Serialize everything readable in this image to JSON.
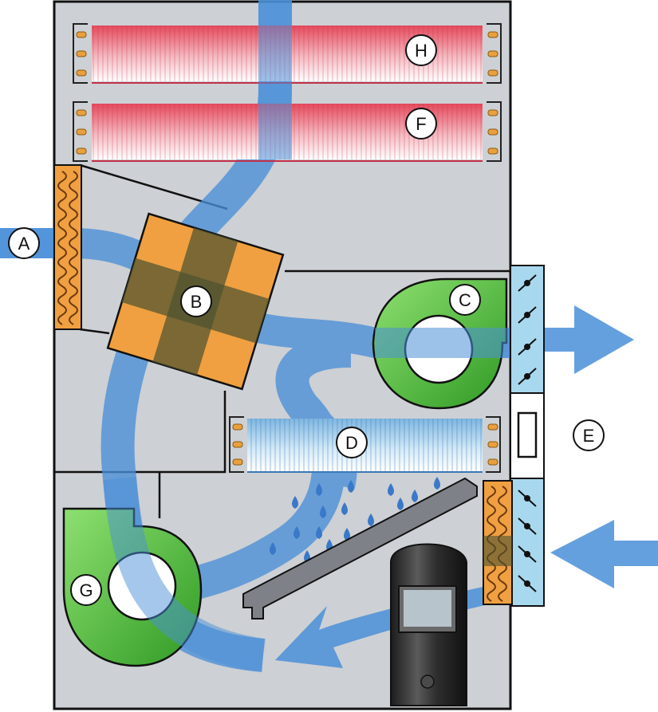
{
  "labels": {
    "A": "A",
    "B": "B",
    "C": "C",
    "D": "D",
    "E": "E",
    "F": "F",
    "G": "G",
    "H": "H"
  },
  "colors": {
    "cabinet": "#cdd0d4",
    "airflow": "#4a8fd8",
    "heat_exchanger": "#f0a040",
    "fan": "#5cc83c",
    "heater": "#e05060",
    "cooling_coil": "#9cc8e8",
    "water": "#3a78c8",
    "damper": "#a8d8ee",
    "compressor": "#3c3c3c"
  }
}
